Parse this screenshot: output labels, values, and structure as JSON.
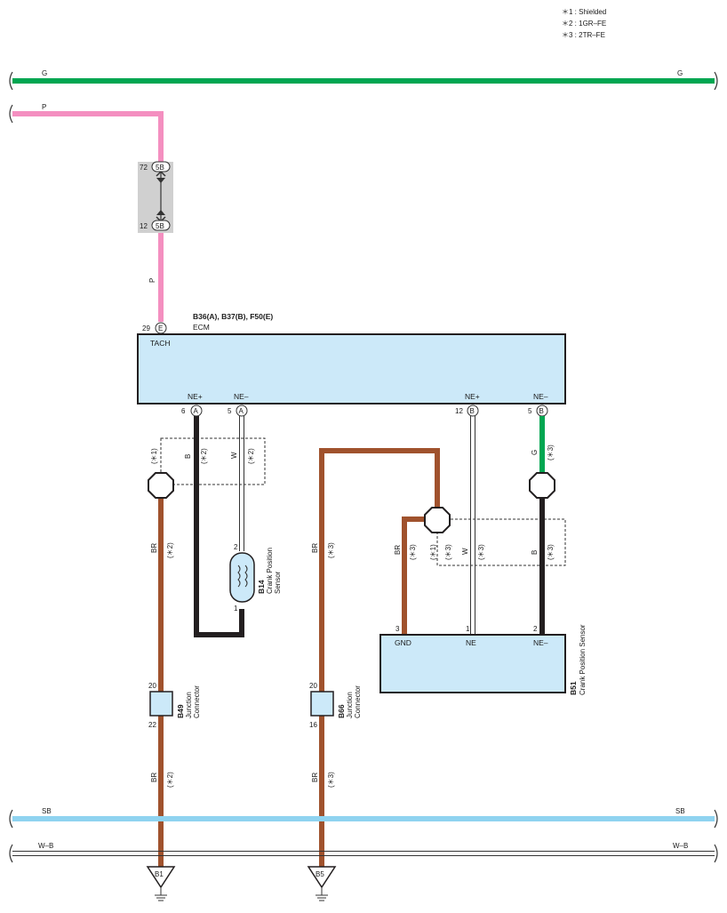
{
  "notes": [
    "＊1 : Shielded",
    "＊2 : 1GR–FE",
    "＊3 : 2TR–FE"
  ],
  "colors": {
    "green": "#00a651",
    "pink": "#f48fc0",
    "brown": "#a0522d",
    "black": "#231f20",
    "light_blue": "#8fd3f0",
    "box_fill": "#cce9f9",
    "connector_shade": "#d0d0d0"
  },
  "buses": {
    "g": {
      "left": "G",
      "right": "G"
    },
    "p": {
      "left": "P"
    },
    "sb": {
      "left": "SB",
      "right": "SB"
    },
    "wb": {
      "left": "W–B",
      "right": "W–B"
    }
  },
  "connector_5b": {
    "label": "5B",
    "pin_top": "72",
    "pin_bottom": "12"
  },
  "wire_p_label": "P",
  "ecm": {
    "title": "B36(A), B37(B), F50(E)",
    "name": "ECM",
    "tach": "TACH",
    "tach_pin": "29",
    "tach_conn": "E",
    "pins": [
      {
        "label": "NE+",
        "num": "6",
        "conn": "A"
      },
      {
        "label": "NE–",
        "num": "5",
        "conn": "A"
      },
      {
        "label": "NE+",
        "num": "12",
        "conn": "B"
      },
      {
        "label": "NE–",
        "num": "5",
        "conn": "B"
      }
    ]
  },
  "wire_labels": {
    "shield1_a": "(＊1)",
    "shield1_b": "B",
    "shield1_c": "(＊2)",
    "shield1_d": "W",
    "shield1_e": "(＊2)",
    "br1_top": "BR",
    "br1_top_n": "(＊2)",
    "br1_bot": "BR",
    "br1_bot_n": "(＊2)",
    "br2_top": "BR",
    "br2_top_n": "(＊3)",
    "br2_bot": "BR",
    "br2_bot_n": "(＊3)",
    "g_wire": "G",
    "g_wire_n": "(＊3)",
    "br3": "BR",
    "br3_n": "(＊3)",
    "s3_a": "(＊1)",
    "s3_b": "(＊3)",
    "w3": "W",
    "w3_n": "(＊3)",
    "b3": "B",
    "b3_n": "(＊3)"
  },
  "b14": {
    "id": "B14",
    "name1": "Crank Position",
    "name2": "Sensor",
    "pin_top": "2",
    "pin_bottom": "1"
  },
  "b49": {
    "id": "B49",
    "name1": "Junction",
    "name2": "Connector",
    "pin_top": "20",
    "pin_bottom": "22"
  },
  "b66": {
    "id": "B66",
    "name1": "Junction",
    "name2": "Connector",
    "pin_top": "20",
    "pin_bottom": "16"
  },
  "b51": {
    "id": "B51",
    "name": "Crank Position Sensor",
    "pins": [
      {
        "label": "GND",
        "num": "3"
      },
      {
        "label": "NE",
        "num": "1"
      },
      {
        "label": "NE–",
        "num": "2"
      }
    ]
  },
  "grounds": [
    "B1",
    "B5"
  ]
}
